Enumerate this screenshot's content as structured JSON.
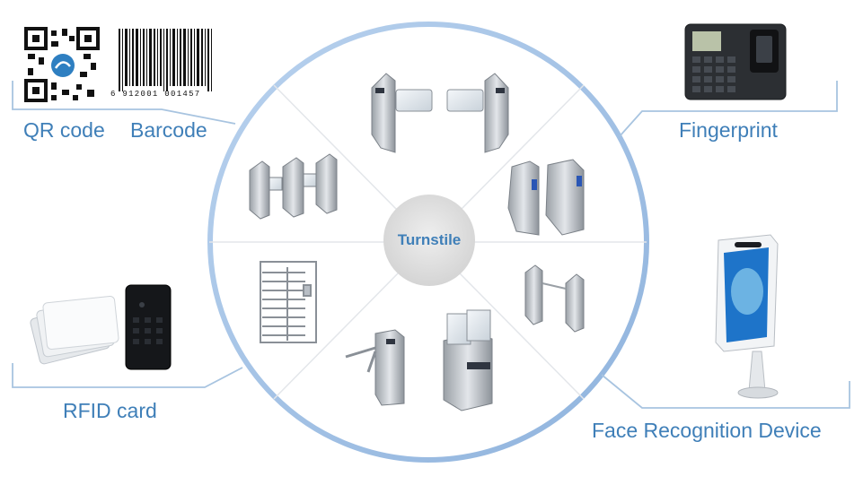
{
  "center": {
    "label": "Turnstile"
  },
  "methods": {
    "qr_code": "QR code",
    "barcode": "Barcode",
    "barcode_digits": "6 912001 001457",
    "fingerprint": "Fingerprint",
    "rfid_card": "RFID card",
    "face_recognition": "Face Recognition Device"
  },
  "colors": {
    "accent": "#3f7fb8",
    "circle_ring": "#9ec0e4",
    "connector": "#a8c4e0",
    "hub": "#dcdcdc"
  }
}
